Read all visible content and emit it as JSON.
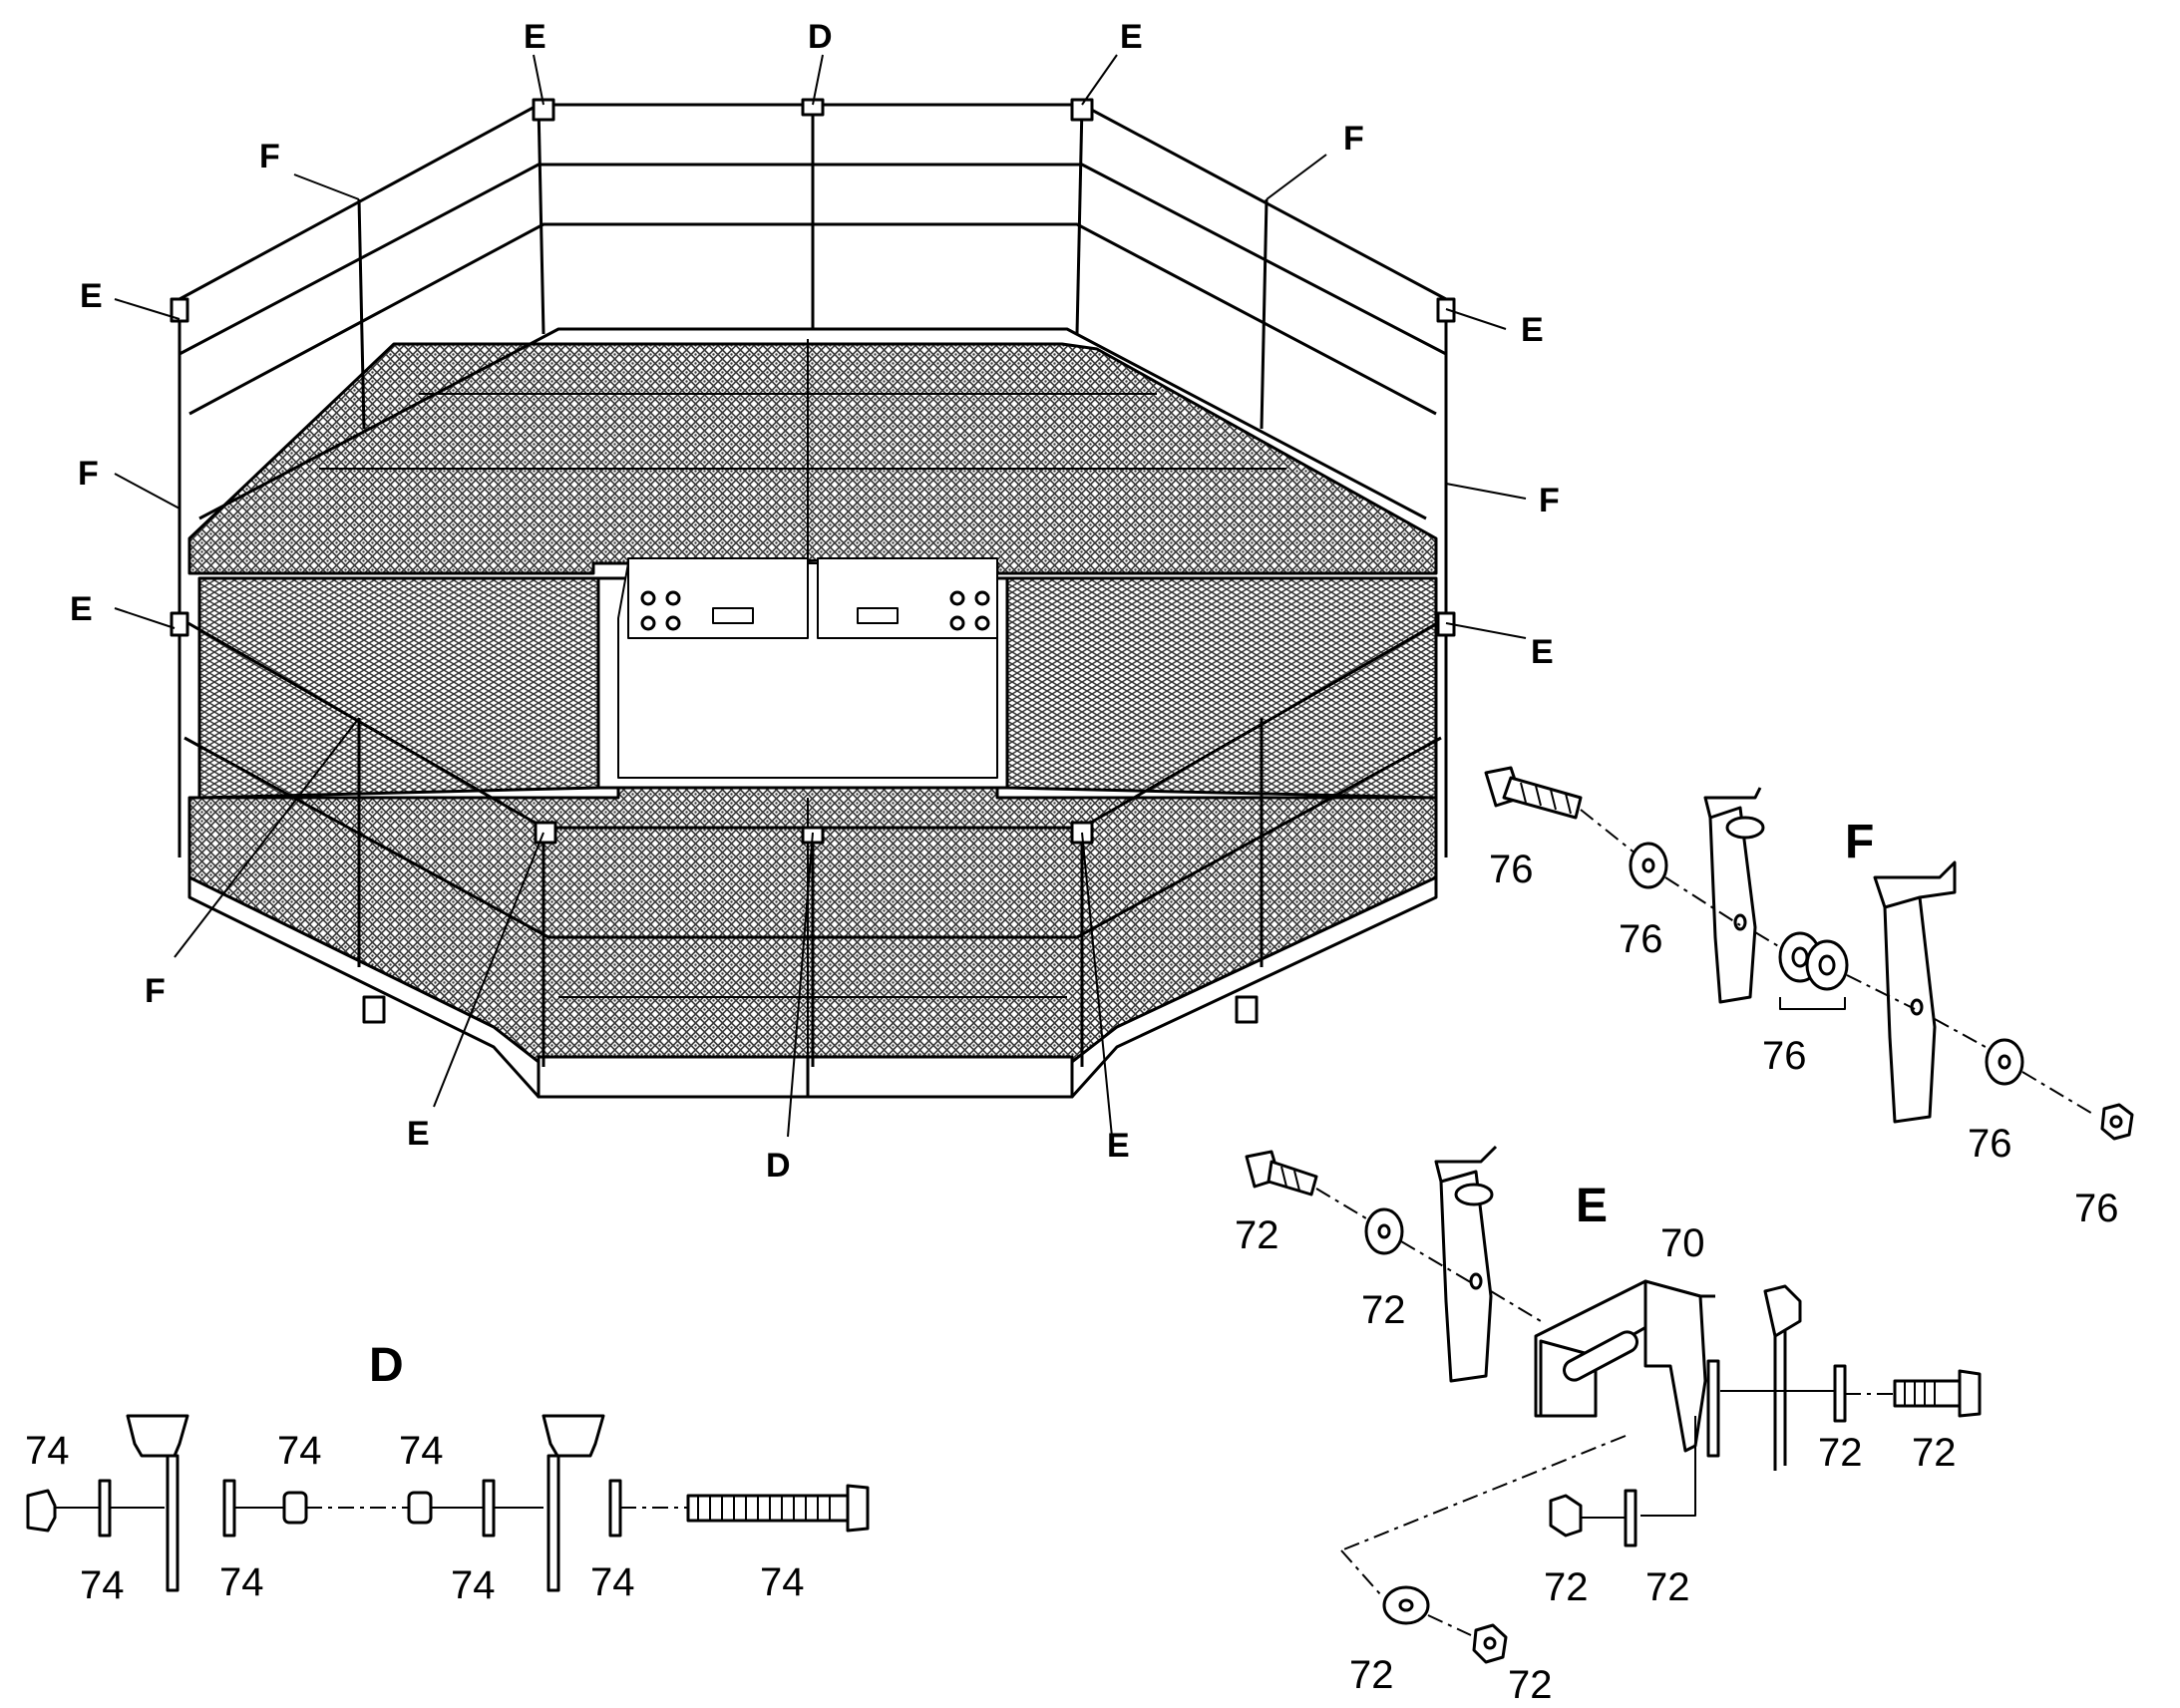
{
  "diagram": {
    "platform_callouts": [
      {
        "text": "E"
      },
      {
        "text": "D"
      },
      {
        "text": "E"
      },
      {
        "text": "F"
      },
      {
        "text": "F"
      },
      {
        "text": "E"
      },
      {
        "text": "E"
      },
      {
        "text": "F"
      },
      {
        "text": "F"
      },
      {
        "text": "E"
      },
      {
        "text": "E"
      },
      {
        "text": "F"
      },
      {
        "text": "E"
      },
      {
        "text": "D"
      },
      {
        "text": "E"
      }
    ],
    "section_titles": {
      "F": "F",
      "E": "E",
      "D": "D"
    },
    "detail_F_parts": [
      {
        "text": "76"
      },
      {
        "text": "76"
      },
      {
        "text": "76"
      },
      {
        "text": "76"
      },
      {
        "text": "76"
      }
    ],
    "detail_E_parts": [
      {
        "text": "72"
      },
      {
        "text": "72"
      },
      {
        "text": "70"
      },
      {
        "text": "72"
      },
      {
        "text": "72"
      },
      {
        "text": "72"
      },
      {
        "text": "72"
      },
      {
        "text": "72"
      },
      {
        "text": "72"
      }
    ],
    "detail_D_parts": [
      {
        "text": "74"
      },
      {
        "text": "74"
      },
      {
        "text": "74"
      },
      {
        "text": "74"
      },
      {
        "text": "74"
      },
      {
        "text": "74"
      },
      {
        "text": "74"
      },
      {
        "text": "74"
      }
    ],
    "colors": {
      "line": "#000000",
      "grating": "#444444",
      "background": "#ffffff"
    }
  }
}
